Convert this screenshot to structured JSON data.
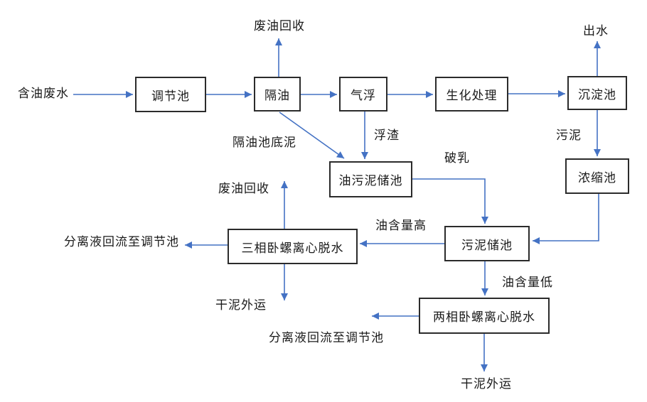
{
  "diagram": {
    "description": "含油废水处理工艺流程图",
    "colors": {
      "arrow": "#4472C4",
      "box_border": "#2b2b2b",
      "box_fill": "#ffffff",
      "text": "#1a1a1a",
      "background": "#ffffff"
    },
    "nodes": {
      "regulating_tank": {
        "label": "调节池"
      },
      "oil_separator": {
        "label": "隔油"
      },
      "air_flotation": {
        "label": "气浮"
      },
      "biochemical": {
        "label": "生化处理"
      },
      "sedimentation": {
        "label": "沉淀池"
      },
      "oily_sludge_tank": {
        "label": "油污泥储池"
      },
      "thickener": {
        "label": "浓缩池"
      },
      "sludge_tank": {
        "label": "污泥储池"
      },
      "three_phase_decanter": {
        "label": "三相卧螺离心脱水"
      },
      "two_phase_decanter": {
        "label": "两相卧螺离心脱水"
      }
    },
    "labels": {
      "oily_wastewater": "含油废水",
      "waste_oil_recovery_top": "废油回收",
      "effluent": "出水",
      "separator_bottom_sludge": "隔油池底泥",
      "scum": "浮渣",
      "sludge": "污泥",
      "demulsification": "破乳",
      "waste_oil_recovery_mid": "废油回收",
      "high_oil_content": "油含量高",
      "low_oil_content": "油含量低",
      "separated_liquid_return_left": "分离液回流至调节池",
      "separated_liquid_return_bottom": "分离液回流至调节池",
      "dry_sludge_left": "干泥外运",
      "dry_sludge_bottom": "干泥外运"
    },
    "edges": [
      {
        "from": "含油废水",
        "to": "调节池"
      },
      {
        "from": "调节池",
        "to": "隔油"
      },
      {
        "from": "隔油",
        "to": "气浮"
      },
      {
        "from": "气浮",
        "to": "生化处理"
      },
      {
        "from": "生化处理",
        "to": "沉淀池"
      },
      {
        "from": "沉淀池",
        "to": "出水"
      },
      {
        "from": "隔油",
        "to": "废油回收"
      },
      {
        "from": "隔油",
        "to": "油污泥储池",
        "label": "隔油池底泥"
      },
      {
        "from": "气浮",
        "to": "油污泥储池",
        "label": "浮渣"
      },
      {
        "from": "沉淀池",
        "to": "浓缩池",
        "label": "污泥"
      },
      {
        "from": "油污泥储池",
        "to": "污泥储池",
        "label": "破乳"
      },
      {
        "from": "浓缩池",
        "to": "污泥储池"
      },
      {
        "from": "污泥储池",
        "to": "三相卧螺离心脱水",
        "label": "油含量高"
      },
      {
        "from": "三相卧螺离心脱水",
        "to": "分离液回流至调节池"
      },
      {
        "from": "三相卧螺离心脱水",
        "to": "废油回收"
      },
      {
        "from": "三相卧螺离心脱水",
        "to": "干泥外运"
      },
      {
        "from": "污泥储池",
        "to": "两相卧螺离心脱水",
        "label": "油含量低"
      },
      {
        "from": "两相卧螺离心脱水",
        "to": "分离液回流至调节池"
      },
      {
        "from": "两相卧螺离心脱水",
        "to": "干泥外运"
      }
    ]
  }
}
